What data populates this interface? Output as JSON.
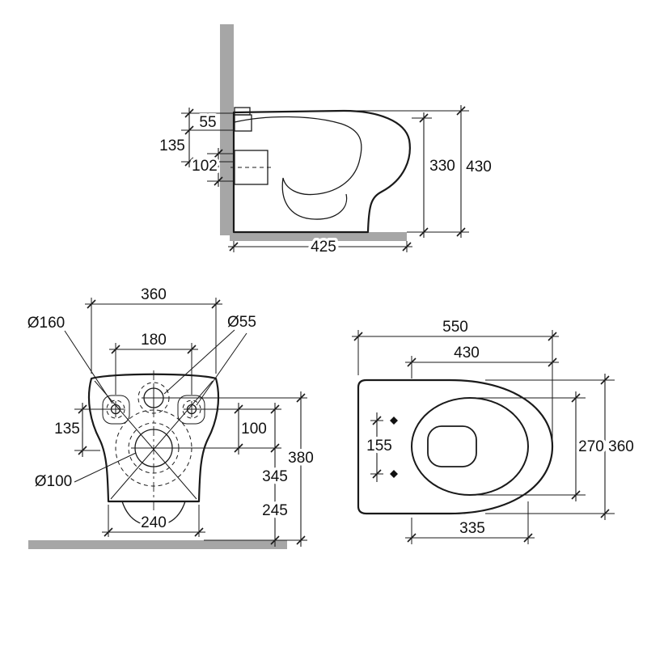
{
  "drawing": {
    "side_view": {
      "d55": "55",
      "d135": "135",
      "d102": "102",
      "d330": "330",
      "d430": "430",
      "d425": "425"
    },
    "rear_view": {
      "d360": "360",
      "dia160": "Ø160",
      "dia55": "Ø55",
      "d180": "180",
      "d135": "135",
      "d100": "100",
      "dia100": "Ø100",
      "d345": "345",
      "d380": "380",
      "d245": "245",
      "d240": "240"
    },
    "top_view": {
      "d550": "550",
      "d430": "430",
      "d155": "155",
      "d270": "270",
      "d360": "360",
      "d335": "335"
    },
    "colors": {
      "line": "#1a1a1a",
      "wall_fill": "#a6a6a6"
    }
  }
}
